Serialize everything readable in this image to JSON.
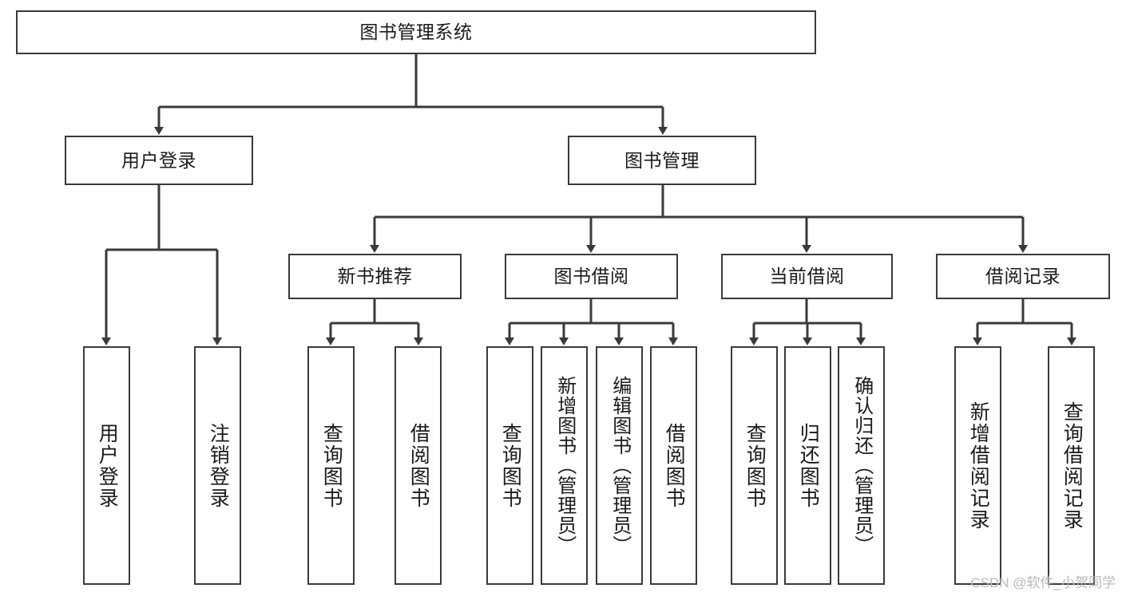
{
  "diagram": {
    "title": "图书管理系统",
    "type": "tree-hierarchy-flowchart",
    "line_color": "#3a3a3a",
    "box_fill": "#ffffff",
    "text_color": "#1a1a1a",
    "root": {
      "label": "图书管理系统"
    },
    "level2": [
      {
        "label": "用户登录"
      },
      {
        "label": "图书管理"
      }
    ],
    "level3": [
      {
        "label": "新书推荐"
      },
      {
        "label": "图书借阅"
      },
      {
        "label": "当前借阅"
      },
      {
        "label": "借阅记录"
      }
    ],
    "leaves": {
      "user_login": [
        {
          "label": "用户登录"
        },
        {
          "label": "注销登录"
        }
      ],
      "new_book_recommend": [
        {
          "label": "查询图书"
        },
        {
          "label": "借阅图书"
        }
      ],
      "book_borrow": [
        {
          "label": "查询图书"
        },
        {
          "label": "新增图书（管理员）"
        },
        {
          "label": "编辑图书（管理员）"
        },
        {
          "label": "借阅图书"
        }
      ],
      "current_borrow": [
        {
          "label": "查询图书"
        },
        {
          "label": "归还图书"
        },
        {
          "label": "确认归还（管理员）"
        }
      ],
      "borrow_record": [
        {
          "label": "新增借阅记录"
        },
        {
          "label": "查询借阅记录"
        }
      ]
    }
  },
  "watermark": {
    "text": "CSDN @软件_小贺同学"
  }
}
